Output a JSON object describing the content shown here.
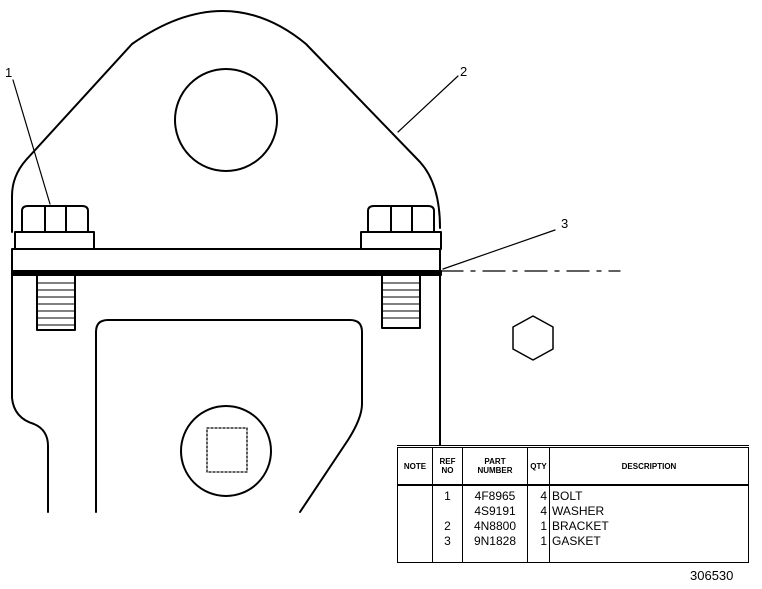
{
  "callouts": {
    "c1": "1",
    "c2": "2",
    "c3": "3"
  },
  "table": {
    "headers": {
      "note": "NOTE",
      "ref_no": [
        "REF",
        "NO"
      ],
      "part_number": [
        "PART",
        "NUMBER"
      ],
      "qty": "QTY",
      "description": "DESCRIPTION"
    },
    "rows": [
      {
        "note": "",
        "ref_no": "1",
        "part_number": "4F8965",
        "qty": "4",
        "description": "BOLT"
      },
      {
        "note": "",
        "ref_no": "",
        "part_number": "4S9191",
        "qty": "4",
        "description": "WASHER"
      },
      {
        "note": "",
        "ref_no": "2",
        "part_number": "4N8800",
        "qty": "1",
        "description": "BRACKET"
      },
      {
        "note": "",
        "ref_no": "3",
        "part_number": "9N1828",
        "qty": "1",
        "description": "GASKET"
      }
    ]
  },
  "illustration_number": "306530"
}
